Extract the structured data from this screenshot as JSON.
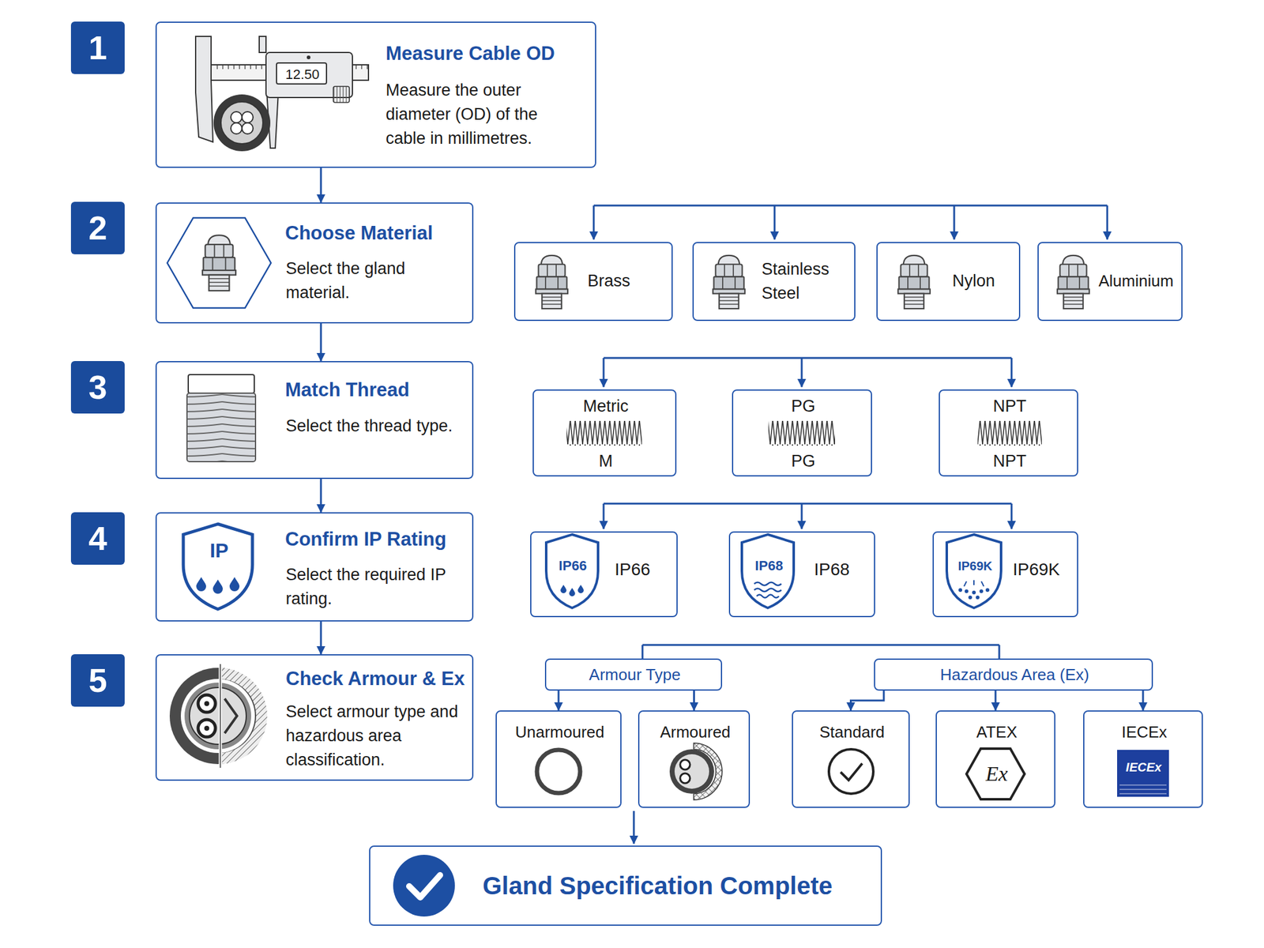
{
  "diagram": {
    "nodes": [
      {
        "text": [
          "1"
        ]
      },
      {
        "text": [
          "Measure Cable OD",
          "Measure the outer diameter (OD) of the cable in millimetres.",
          "12.50"
        ]
      },
      {
        "text": [
          "2"
        ]
      },
      {
        "text": [
          "Choose Material",
          "Select the gland material."
        ]
      },
      {
        "text": [
          "Brass"
        ]
      },
      {
        "text": [
          "Stainless Steel"
        ]
      },
      {
        "text": [
          "Nylon"
        ]
      },
      {
        "text": [
          "Aluminium"
        ]
      },
      {
        "text": [
          "3"
        ]
      },
      {
        "text": [
          "Match Thread",
          "Select the thread type."
        ]
      },
      {
        "text": [
          "Metric",
          "M"
        ]
      },
      {
        "text": [
          "PG",
          "PG"
        ]
      },
      {
        "text": [
          "NPT",
          "NPT"
        ]
      },
      {
        "text": [
          "4"
        ]
      },
      {
        "text": [
          "Confirm IP Rating",
          "Select the required IP rating.",
          "IP"
        ]
      },
      {
        "text": [
          "IP66",
          "IP66"
        ]
      },
      {
        "text": [
          "IP68",
          "IP68"
        ]
      },
      {
        "text": [
          "IP69K",
          "IP69K"
        ]
      },
      {
        "text": [
          "5"
        ]
      },
      {
        "text": [
          "Check Armour & Ex",
          "Select armour type and hazardous area classification."
        ]
      },
      {
        "text": [
          "Armour Type"
        ]
      },
      {
        "text": [
          "Hazardous Area (Ex)"
        ]
      },
      {
        "text": [
          "Unarmoured"
        ]
      },
      {
        "text": [
          "Armoured"
        ]
      },
      {
        "text": [
          "Standard"
        ]
      },
      {
        "text": [
          "ATEX",
          "Ex"
        ]
      },
      {
        "text": [
          "IECEx",
          "IECEx"
        ]
      },
      {
        "text": [
          "Gland Specification Complete"
        ]
      }
    ],
    "edges": [
      {
        "from": 1,
        "to": 3,
        "arrow": "to"
      },
      {
        "from": 3,
        "to": 9,
        "arrow": "to"
      },
      {
        "from": 9,
        "to": 14,
        "arrow": "to"
      },
      {
        "from": 14,
        "to": 19,
        "arrow": "to"
      },
      {
        "from": 20,
        "to": 22,
        "arrow": "to"
      },
      {
        "from": 20,
        "to": 23,
        "arrow": "to"
      },
      {
        "from": 21,
        "to": 24,
        "arrow": "to"
      },
      {
        "from": 21,
        "to": 25,
        "arrow": "to"
      },
      {
        "from": 21,
        "to": 26,
        "arrow": "to"
      }
    ]
  }
}
